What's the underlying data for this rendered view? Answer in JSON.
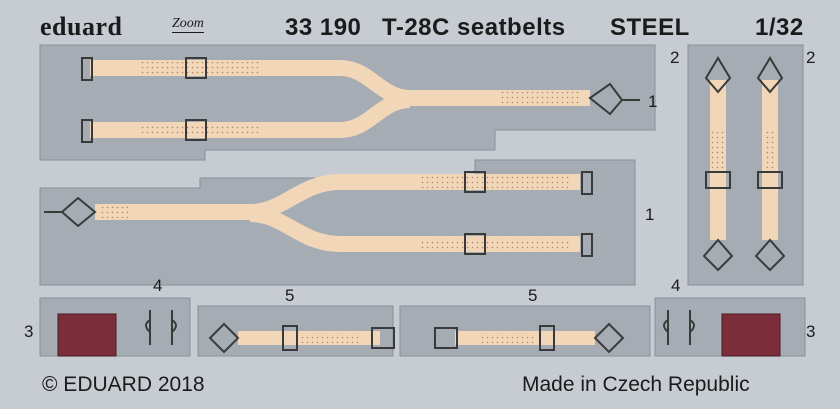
{
  "header": {
    "brand": "eduard",
    "zoom_mark": "Zoom",
    "set_number": "33 190",
    "title": "T-28C seatbelts",
    "material": "STEEL",
    "scale": "1/32"
  },
  "part_numbers": {
    "p1_top": "1",
    "p1_mid": "1",
    "p2_left": "2",
    "p2_right": "2",
    "p3_left": "3",
    "p3_right": "3",
    "p4_left": "4",
    "p4_right": "4",
    "p5_left": "5",
    "p5_right": "5"
  },
  "footer": {
    "copyright": "© EDUARD 2018",
    "origin": "Made in Czech Republic"
  },
  "colors": {
    "sheet": "#c7ccd3",
    "panel": "#a6acb3",
    "strap": "#f2d6b8",
    "pad": "#7b2e3a",
    "outline": "#3a3a3a"
  }
}
